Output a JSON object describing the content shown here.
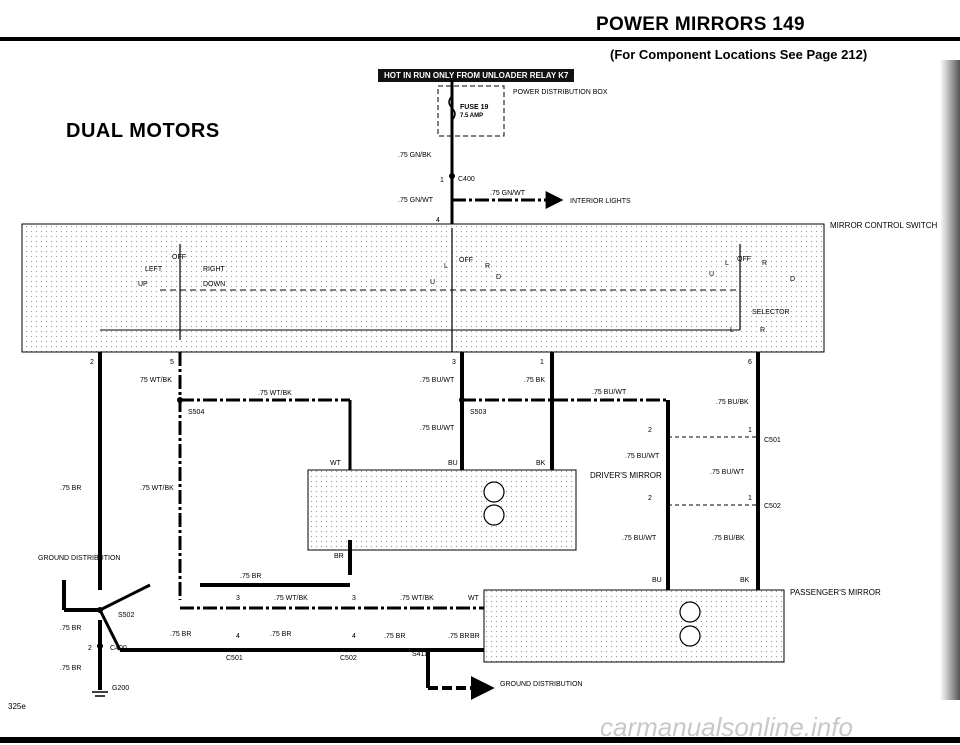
{
  "header": {
    "title": "POWER MIRRORS  149",
    "subtitle": "(For Component Locations See Page 212)"
  },
  "diagram_title": "DUAL MOTORS",
  "banner": "HOT IN RUN ONLY FROM UNLOADER RELAY K7",
  "fuse": {
    "name": "FUSE 19",
    "rating": "7.5 AMP"
  },
  "components": {
    "power_box": "POWER DISTRIBUTION BOX",
    "interior_lights": "INTERIOR LIGHTS",
    "mirror_switch": "MIRROR CONTROL SWITCH",
    "selector": "SELECTOR",
    "drivers_mirror": "DRIVER'S MIRROR",
    "passengers_mirror": "PASSENGER'S MIRROR",
    "ground_dist_left": "GROUND DISTRIBUTION",
    "ground_dist_bottom": "GROUND DISTRIBUTION"
  },
  "switch_labels": {
    "off_1": "OFF",
    "left": "LEFT",
    "right": "RIGHT",
    "up": "UP",
    "down": "DOWN",
    "off_2": "OFF",
    "u": "U",
    "d": "D",
    "l_2": "L",
    "r_2": "R",
    "off_3": "OFF",
    "l_3": "L",
    "r_3": "R",
    "u_3": "U",
    "d_3": "D",
    "sel_l": "L",
    "sel_r": "R"
  },
  "connectors": {
    "c400_top": "C400",
    "s504": "S504",
    "s503": "S503",
    "c501_right": "C501",
    "c502_right": "C502",
    "s502": "S502",
    "c400_left": "C400",
    "g200": "G200",
    "c501_bottom": "C501",
    "c502_bottom": "C502",
    "s411": "S411"
  },
  "pins": {
    "p1": "1",
    "p4": "4",
    "sw2": "2",
    "sw5": "5",
    "sw3": "3",
    "sw1": "1",
    "sw6": "6",
    "dm2": "2",
    "dm1": "1",
    "dm2b": "2",
    "dm1b": "1",
    "c400_2": "2",
    "b3a": "3",
    "b3b": "3",
    "b4a": "4",
    "b4b": "4"
  },
  "wires": {
    "gnbk": ".75 GN/BK",
    "gnwt_a": ".75 GN/WT",
    "gnwt_b": ".75 GN/WT",
    "wtbk_left": "75 WT/BK",
    "wtbk_top": ".75 WT/BK",
    "wtbk_mid": ".75 WT/BK",
    "br_left": ".75 BR",
    "buwt_1": ".75 BU/WT",
    "bk_1": ".75 BK",
    "buwt_2": ".75 BU/WT",
    "buwt_3": ".75 BU/WT",
    "bubk_1": ".75 BU/BK",
    "buwt_4": ".75 BU/WT",
    "buwt_5": ".75 BU/WT",
    "buwt_6": ".75 BU/WT",
    "bubk_2": ".75 BU/BK",
    "wt_1": "WT",
    "bu_1": "BU",
    "bk_2": "BK",
    "br_1": "BR",
    "br_2": ".75 BR",
    "wtbk_b1": ".75 WT/BK",
    "wtbk_b2": ".75 WT/BK",
    "wt_2": "WT",
    "br_b1": ".75 BR",
    "br_b2": ".75 BR",
    "br_b3": ".75 BR",
    "br_b4": ".75 BR",
    "br_b5": "BR",
    "bu_2": "BU",
    "bk_3": "BK",
    "br_ground_1": ".75 BR",
    "br_ground_2": ".75 BR"
  },
  "page_code": "325e",
  "watermark": "carmanualsonline.info"
}
